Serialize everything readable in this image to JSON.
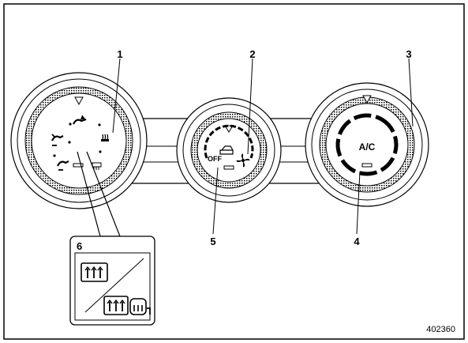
{
  "callouts": {
    "c1": "1",
    "c2": "2",
    "c3": "3",
    "c4": "4",
    "c5": "5",
    "c6": "6"
  },
  "knob_center": {
    "off_label": "OFF"
  },
  "knob_right": {
    "ac_label": "A/C"
  },
  "figure_id": "402360"
}
